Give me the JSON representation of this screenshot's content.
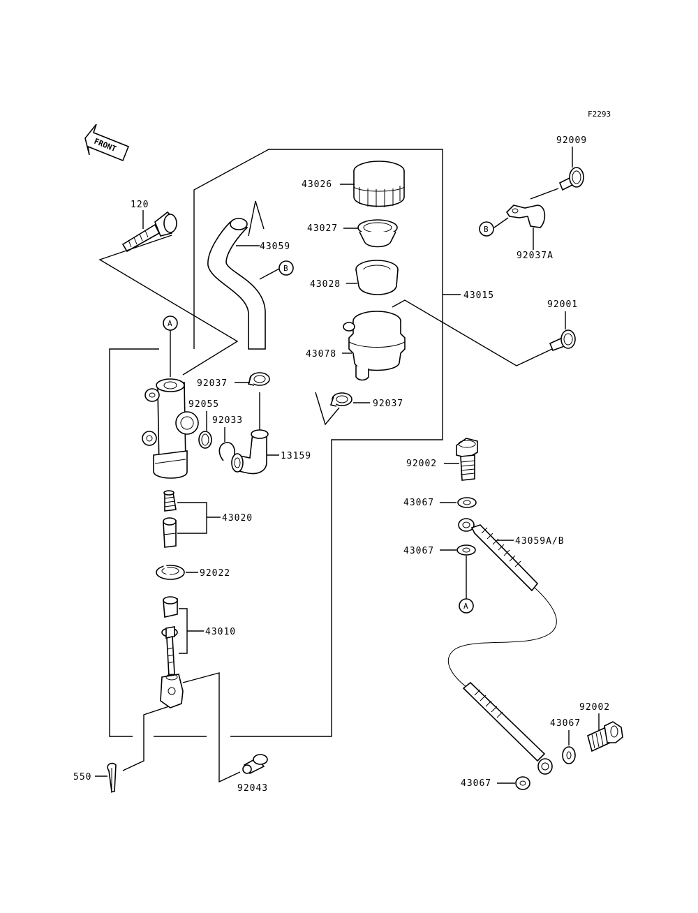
{
  "figure_code": "F2293",
  "front_label": "FRONT",
  "markers": {
    "a": "A",
    "b": "B"
  },
  "labels": {
    "p120": "120",
    "p43059": "43059",
    "p43026": "43026",
    "p43027": "43027",
    "p43028": "43028",
    "p43078": "43078",
    "p43015": "43015",
    "p92009": "92009",
    "p92037a": "92037A",
    "p92001": "92001",
    "p92037_1": "92037",
    "p92037_2": "92037",
    "p92055": "92055",
    "p92033": "92033",
    "p13159": "13159",
    "p43020": "43020",
    "p92022": "92022",
    "p43010": "43010",
    "p550": "550",
    "p92043": "92043",
    "p92002_1": "92002",
    "p43067_1": "43067",
    "p43059ab": "43059A/B",
    "p43067_2": "43067",
    "p92002_2": "92002",
    "p43067_3": "43067",
    "p43067_4": "43067"
  }
}
